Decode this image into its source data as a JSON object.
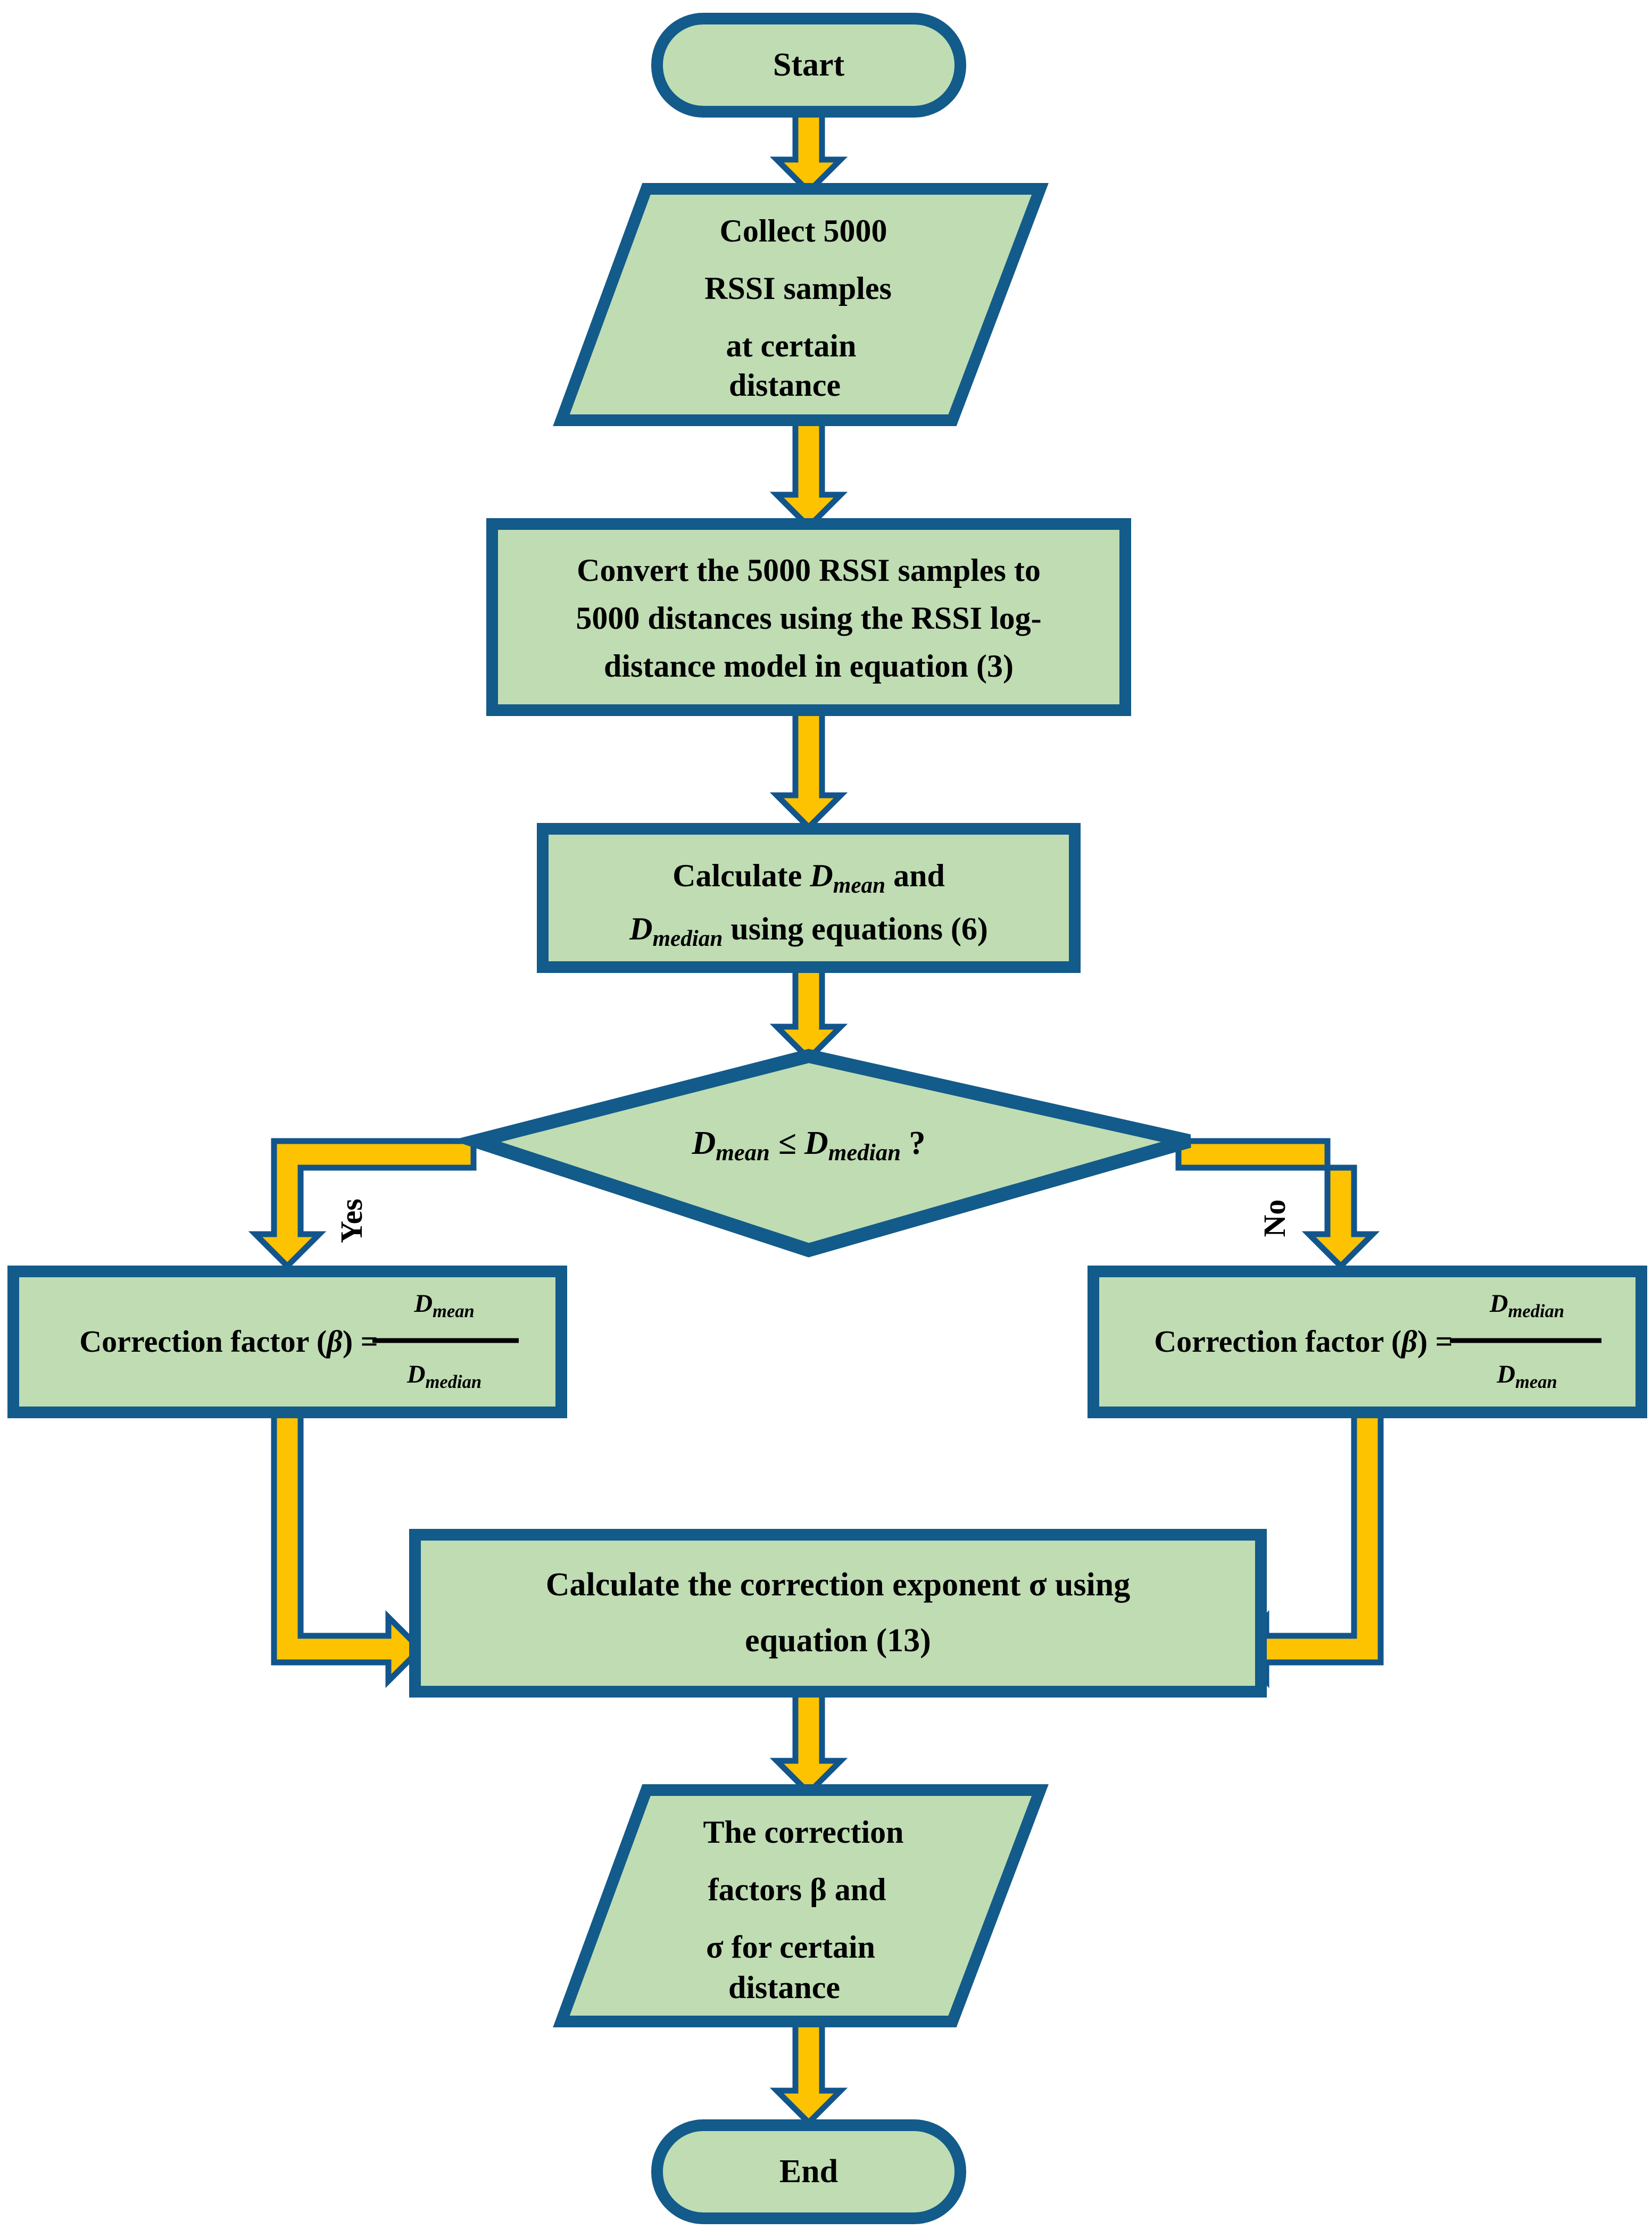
{
  "diagram": {
    "title": "RSSI correction factor derivation flowchart",
    "type": "flowchart",
    "orientation": "top-to-bottom",
    "colors": {
      "node_fill": "#bfdcb3",
      "node_stroke": "#125b8a",
      "connector_fill": "#fdc300",
      "connector_stroke": "#12558c",
      "text": "#000000",
      "background": "#ffffff"
    }
  },
  "nodes": {
    "start": {
      "id": "start",
      "shape": "terminator",
      "label": "Start"
    },
    "collect": {
      "id": "collect",
      "shape": "parallelogram",
      "role": "input",
      "lines": [
        "Collect 5000",
        "RSSI samples",
        "at certain",
        "distance"
      ]
    },
    "convert": {
      "id": "convert",
      "shape": "process",
      "lines": [
        "Convert the 5000 RSSI samples to",
        "5000 distances using the RSSI log-",
        "distance model in equation (3)"
      ]
    },
    "calc_stats": {
      "id": "calc_stats",
      "shape": "process",
      "line1_pre": "Calculate ",
      "line1_var": "D",
      "line1_sub": "mean",
      "line1_post": " and",
      "line2_var": "D",
      "line2_sub": "median",
      "line2_post": "  using equations (6)"
    },
    "decision": {
      "id": "decision",
      "shape": "decision",
      "var_left": "D",
      "sub_left": "mean",
      "operator": " ≤ ",
      "var_right": "D",
      "sub_right": "median",
      "suffix": " ?"
    },
    "corr_yes": {
      "id": "corr_yes",
      "shape": "process",
      "prefix": "Correction factor (",
      "symbol": "β",
      "suffix": ") =",
      "numerator_var": "D",
      "numerator_sub": "mean",
      "denominator_var": "D",
      "denominator_sub": "median"
    },
    "corr_no": {
      "id": "corr_no",
      "shape": "process",
      "prefix": "Correction factor (",
      "symbol": "β",
      "suffix": ") =",
      "numerator_var": "D",
      "numerator_sub": "median",
      "denominator_var": "D",
      "denominator_sub": "mean"
    },
    "calc_sigma": {
      "id": "calc_sigma",
      "shape": "process",
      "lines": [
        "Calculate the correction exponent σ using",
        "equation (13)"
      ]
    },
    "output": {
      "id": "output",
      "shape": "parallelogram",
      "role": "output",
      "lines": [
        "The correction",
        "factors β and",
        "σ for certain",
        "distance"
      ]
    },
    "end": {
      "id": "end",
      "shape": "terminator",
      "label": "End"
    }
  },
  "edges": [
    {
      "id": "e1",
      "from": "start",
      "to": "collect",
      "label": ""
    },
    {
      "id": "e2",
      "from": "collect",
      "to": "convert",
      "label": ""
    },
    {
      "id": "e3",
      "from": "convert",
      "to": "calc_stats",
      "label": ""
    },
    {
      "id": "e4",
      "from": "calc_stats",
      "to": "decision",
      "label": ""
    },
    {
      "id": "e5",
      "from": "decision",
      "to": "corr_yes",
      "label": "Yes"
    },
    {
      "id": "e6",
      "from": "decision",
      "to": "corr_no",
      "label": "No"
    },
    {
      "id": "e7",
      "from": "corr_yes",
      "to": "calc_sigma",
      "label": ""
    },
    {
      "id": "e8",
      "from": "corr_no",
      "to": "calc_sigma",
      "label": ""
    },
    {
      "id": "e9",
      "from": "calc_sigma",
      "to": "output",
      "label": ""
    },
    {
      "id": "e10",
      "from": "output",
      "to": "end",
      "label": ""
    }
  ],
  "branch_labels": {
    "yes": "Yes",
    "no": "No"
  }
}
